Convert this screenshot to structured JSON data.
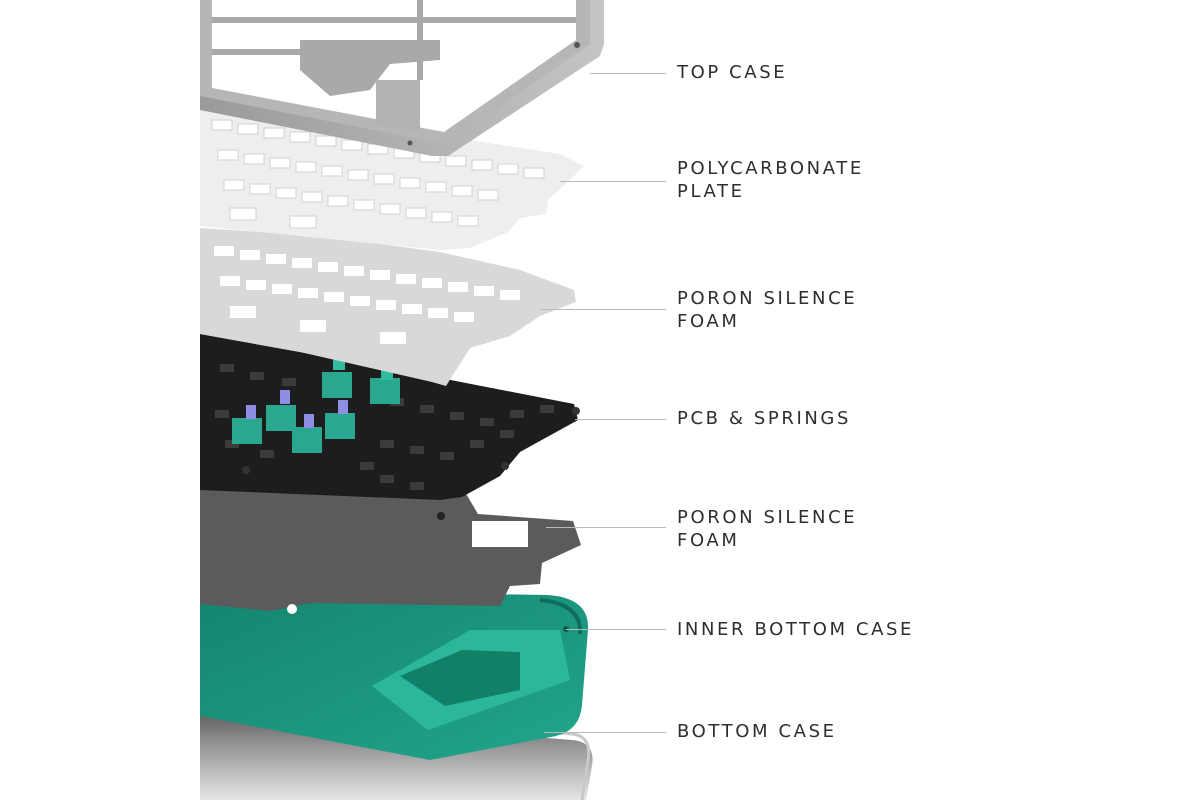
{
  "diagram": {
    "type": "exploded-view",
    "colors": {
      "metal": "#a7a7a7",
      "plate": "#ececec",
      "foam": "#d9d9d9",
      "pcb": "#1c1c1c",
      "switch_teal": "#2bab93",
      "switch_stem": "#8f8fe6",
      "bottom_foam": "#5a5a5a",
      "inner_case_teal": "#1a9883",
      "leader_line": "#b9b9b9",
      "label_text": "#2e2e2e"
    },
    "layers": [
      {
        "id": "top-case",
        "lines": [
          "TOP CASE"
        ]
      },
      {
        "id": "polycarbonate-plate",
        "lines": [
          "POLYCARBONATE",
          "PLATE"
        ]
      },
      {
        "id": "poron-silence-foam-upper",
        "lines": [
          "PORON SILENCE",
          "FOAM"
        ]
      },
      {
        "id": "pcb-springs",
        "lines": [
          "PCB & SPRINGS"
        ]
      },
      {
        "id": "poron-silence-foam-lower",
        "lines": [
          "PORON SILENCE",
          "FOAM"
        ]
      },
      {
        "id": "inner-bottom-case",
        "lines": [
          "INNER BOTTOM CASE"
        ]
      },
      {
        "id": "bottom-case",
        "lines": [
          "BOTTOM CASE"
        ]
      }
    ]
  }
}
